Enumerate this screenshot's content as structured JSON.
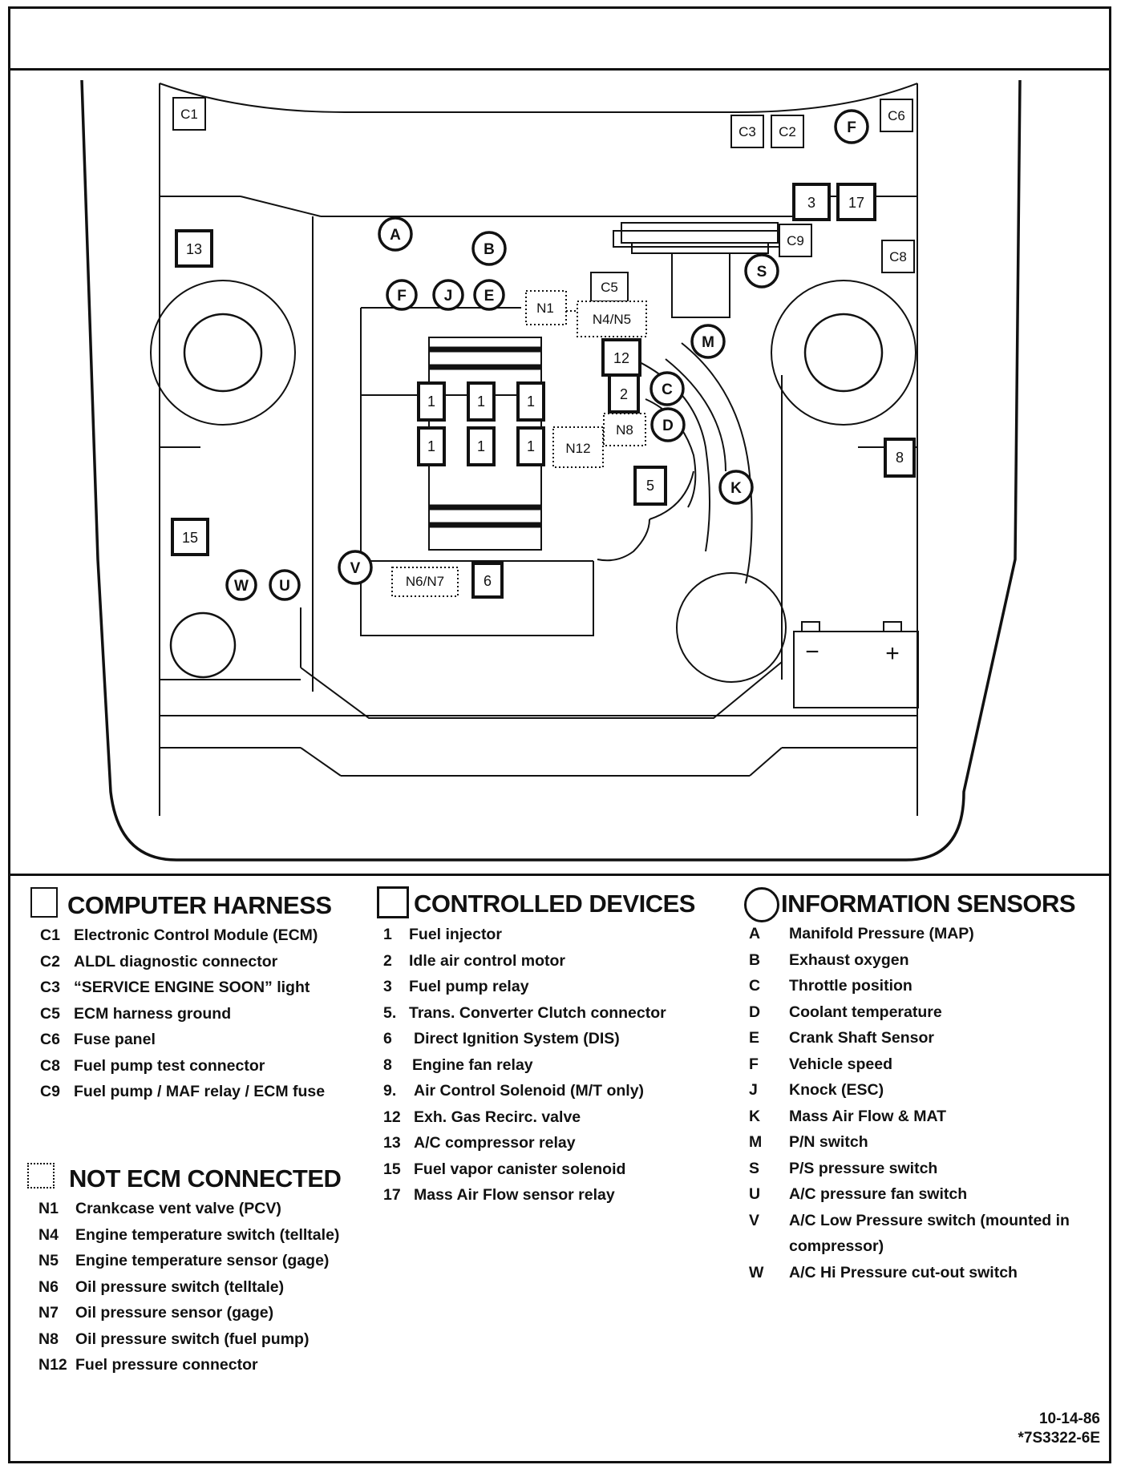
{
  "diagram": {
    "connectors": [
      "C1",
      "C3",
      "C2",
      "C6",
      "C9",
      "C8",
      "C5"
    ],
    "devices": [
      "3",
      "17",
      "13",
      "12",
      "2",
      "1",
      "1",
      "1",
      "1",
      "1",
      "1",
      "5",
      "8",
      "15",
      "6"
    ],
    "sensors": [
      "F",
      "A",
      "B",
      "S",
      "F",
      "J",
      "E",
      "M",
      "C",
      "D",
      "K",
      "V",
      "W",
      "U"
    ],
    "not_connected": [
      "N1",
      "N4/N5",
      "N8",
      "N12",
      "N6/N7"
    ],
    "battery": {
      "minus": "−",
      "plus": "+"
    }
  },
  "legend": {
    "computer_harness": {
      "title": "COMPUTER HARNESS",
      "items": [
        {
          "code": "C1",
          "desc": "Electronic Control Module (ECM)"
        },
        {
          "code": "C2",
          "desc": "ALDL diagnostic connector"
        },
        {
          "code": "C3",
          "desc": "“SERVICE ENGINE SOON” light"
        },
        {
          "code": "C5",
          "desc": "ECM harness ground"
        },
        {
          "code": "C6",
          "desc": "Fuse panel"
        },
        {
          "code": "C8",
          "desc": "Fuel pump test connector"
        },
        {
          "code": "C9",
          "desc": "Fuel pump / MAF relay / ECM fuse"
        }
      ]
    },
    "not_ecm_connected": {
      "title": "NOT ECM CONNECTED",
      "items": [
        {
          "code": "N1",
          "desc": "Crankcase vent valve (PCV)"
        },
        {
          "code": "N4",
          "desc": "Engine temperature switch (telltale)"
        },
        {
          "code": "N5",
          "desc": "Engine temperature sensor (gage)"
        },
        {
          "code": "N6",
          "desc": "Oil pressure switch (telltale)"
        },
        {
          "code": "N7",
          "desc": "Oil pressure sensor (gage)"
        },
        {
          "code": "N8",
          "desc": "Oil pressure switch (fuel pump)"
        },
        {
          "code": "N12",
          "desc": "Fuel  pressure connector"
        }
      ]
    },
    "controlled_devices": {
      "title": "CONTROLLED DEVICES",
      "items": [
        {
          "code": "1",
          "desc": "Fuel injector"
        },
        {
          "code": "2",
          "desc": "Idle air control motor"
        },
        {
          "code": "3",
          "desc": "Fuel pump relay"
        },
        {
          "code": "5.",
          "desc": "Trans. Converter Clutch connector"
        },
        {
          "code": "6",
          "desc": "Direct Ignition System  (DIS)"
        },
        {
          "code": "8",
          "desc": "Engine fan relay"
        },
        {
          "code": "9.",
          "desc": "Air Control Solenoid (M/T only)"
        },
        {
          "code": "12",
          "desc": "Exh. Gas Recirc. valve"
        },
        {
          "code": "13",
          "desc": "A/C compressor relay"
        },
        {
          "code": "15",
          "desc": "Fuel vapor canister solenoid"
        },
        {
          "code": "17",
          "desc": "Mass Air Flow sensor relay"
        }
      ]
    },
    "information_sensors": {
      "title": "INFORMATION SENSORS",
      "items": [
        {
          "code": "A",
          "desc": "Manifold Pressure (MAP)"
        },
        {
          "code": "B",
          "desc": "Exhaust oxygen"
        },
        {
          "code": "C",
          "desc": "Throttle position"
        },
        {
          "code": "D",
          "desc": "Coolant temperature"
        },
        {
          "code": "E",
          "desc": "Crank Shaft Sensor"
        },
        {
          "code": "F",
          "desc": "Vehicle speed"
        },
        {
          "code": "J",
          "desc": "Knock (ESC)"
        },
        {
          "code": "K",
          "desc": "Mass Air Flow & MAT"
        },
        {
          "code": "M",
          "desc": "P/N switch"
        },
        {
          "code": "S",
          "desc": "P/S pressure switch"
        },
        {
          "code": "U",
          "desc": "A/C pressure fan switch"
        },
        {
          "code": "V",
          "desc": "A/C Low Pressure switch (mounted in compressor)"
        },
        {
          "code": "W",
          "desc": "A/C Hi Pressure cut-out switch"
        }
      ]
    }
  },
  "doc": {
    "date": "10-14-86",
    "ref": "*7S3322-6E"
  }
}
